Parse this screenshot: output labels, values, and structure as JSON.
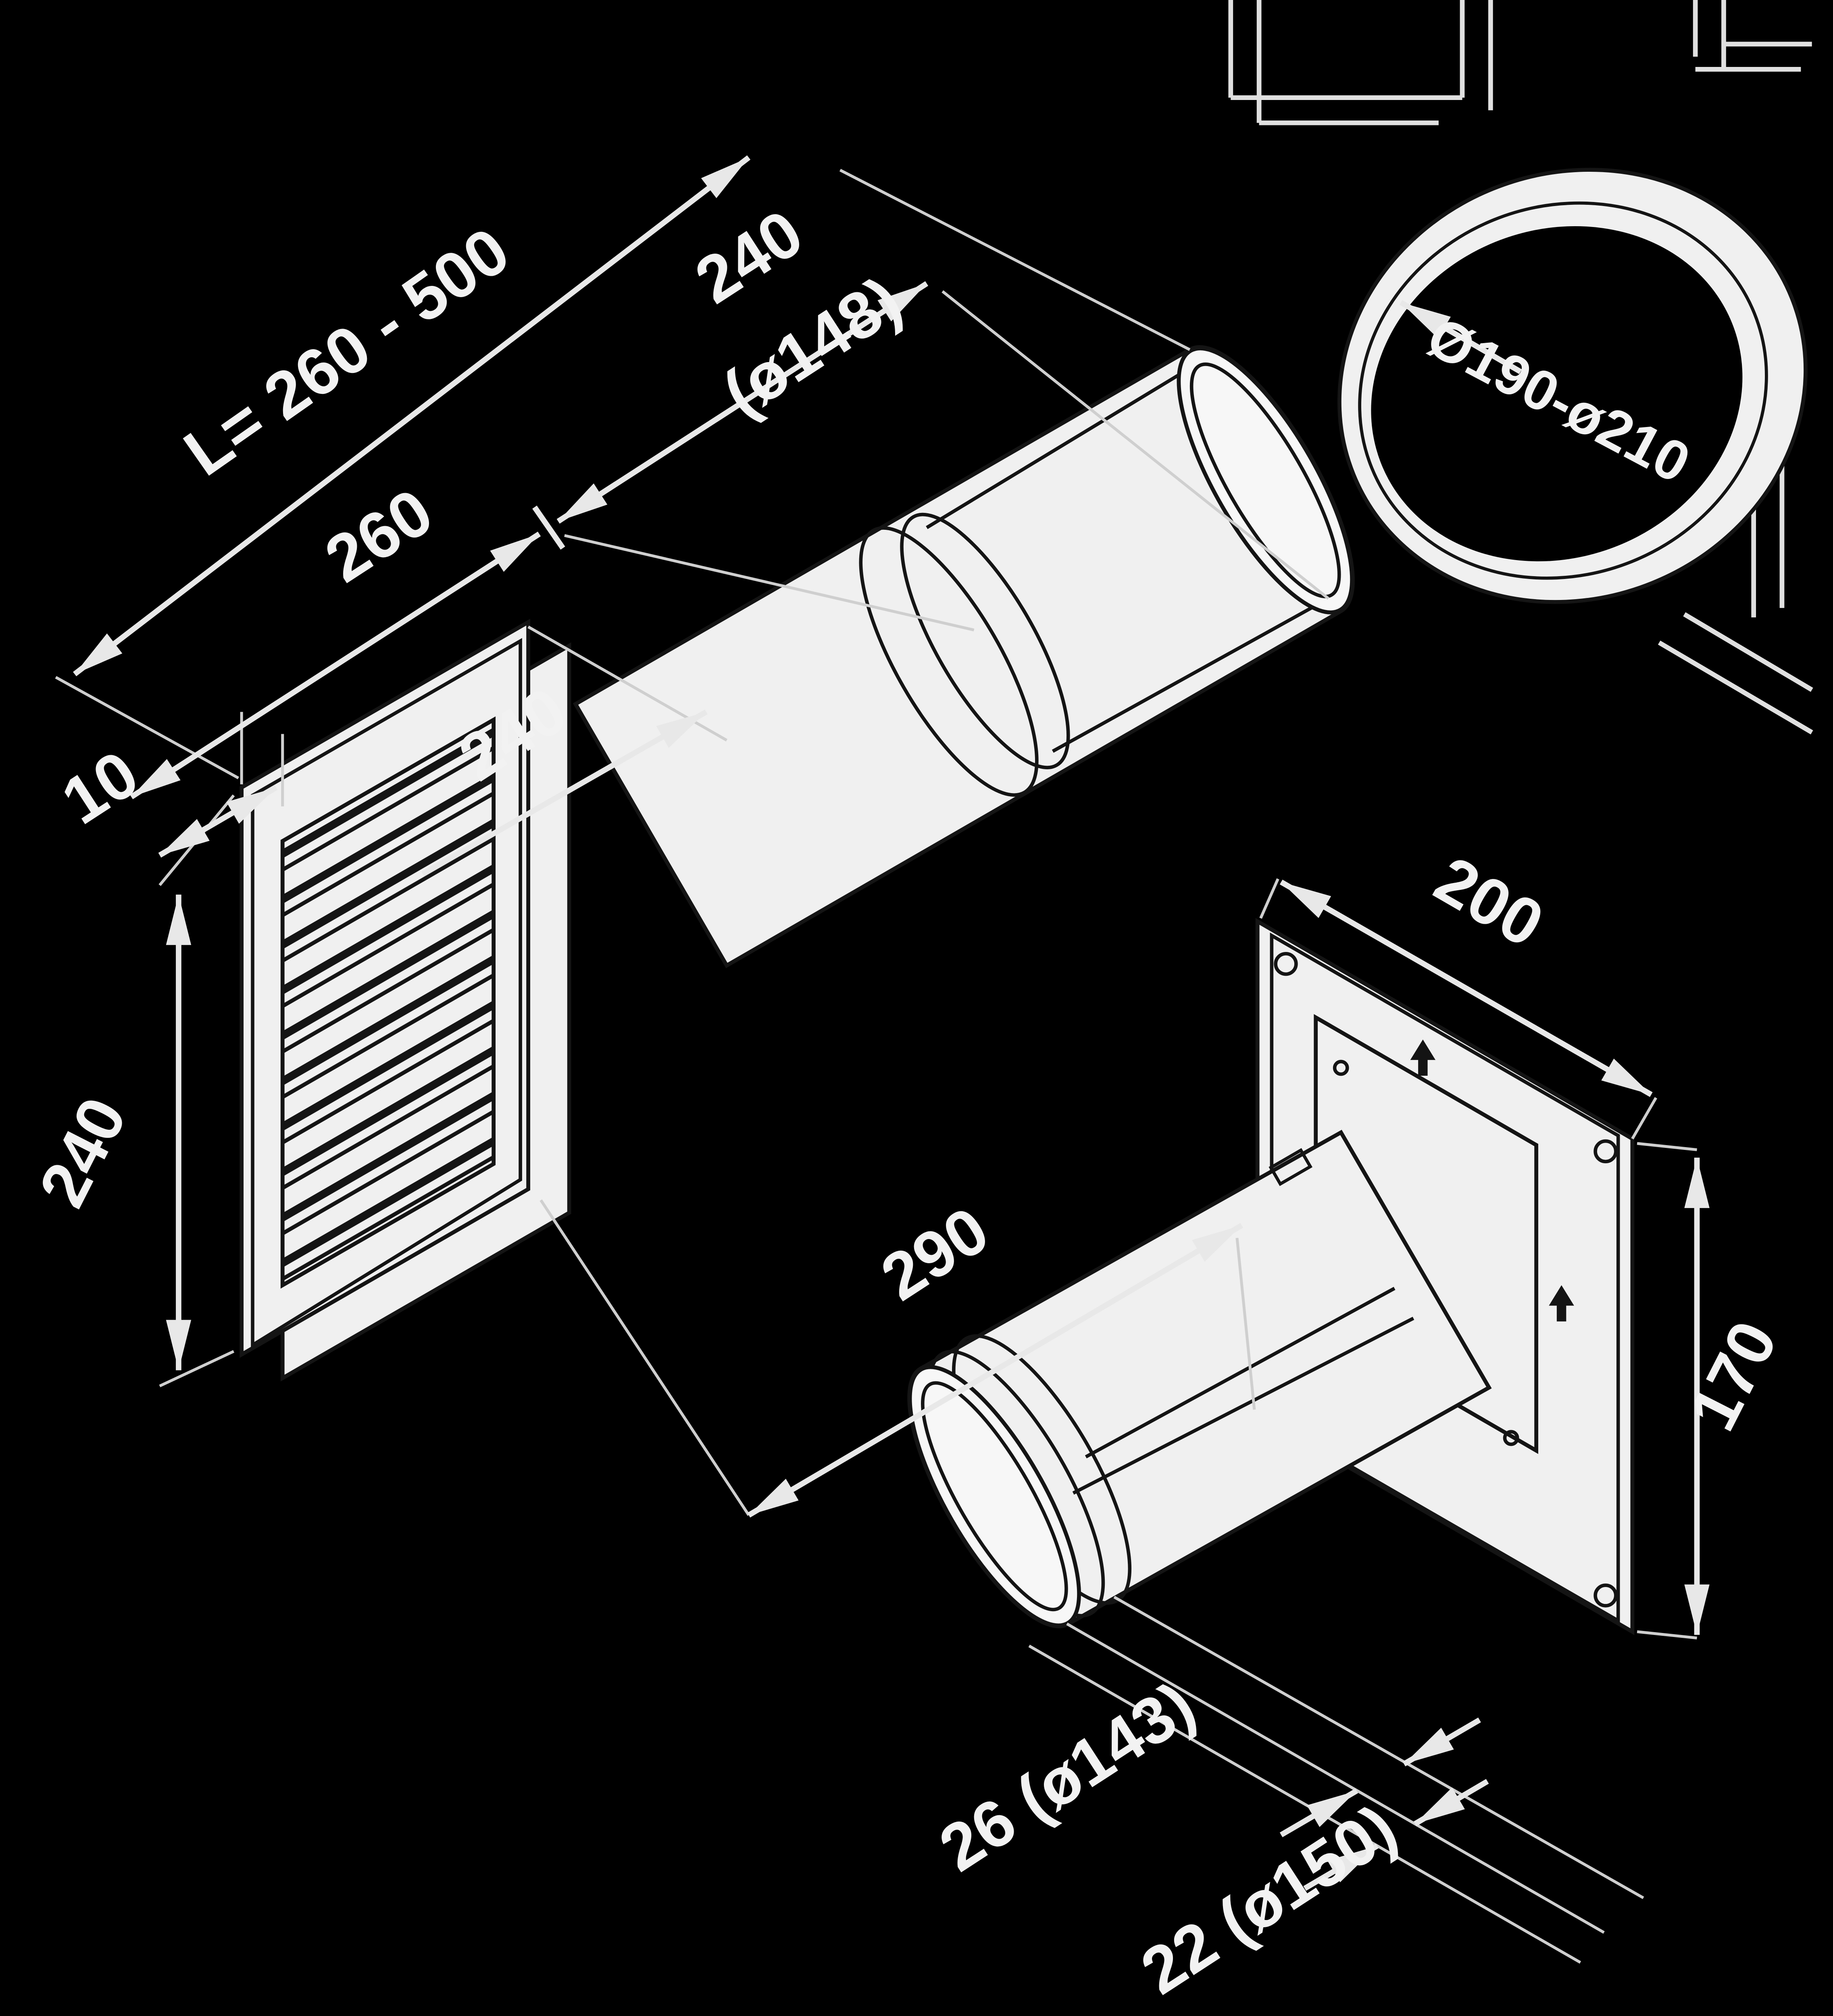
{
  "diagram": {
    "type": "installation-drawing",
    "subject": "telescopic-wall-duct-with-grille-and-flange",
    "background_color": "#000000",
    "dimension_line_color": "#e8e8e8",
    "part_fill_color": "#f0f0f0",
    "part_line_color": "#141414",
    "text_color": "#f2f2f2"
  },
  "labels": {
    "length_range": "L= 260 - 500",
    "telescopic_section": "240",
    "telescopic_diameter": "(ø148)",
    "fixed_section": "260",
    "grille_depth": "10",
    "grille_width": "240",
    "grille_height": "240",
    "duct_length": "290",
    "flange_width": "200",
    "flange_height": "170",
    "wall_hole_diameter": "Ø190-ø210",
    "collar_depth": "26 (ø143)",
    "rim_depth": "22 (ø150)"
  }
}
